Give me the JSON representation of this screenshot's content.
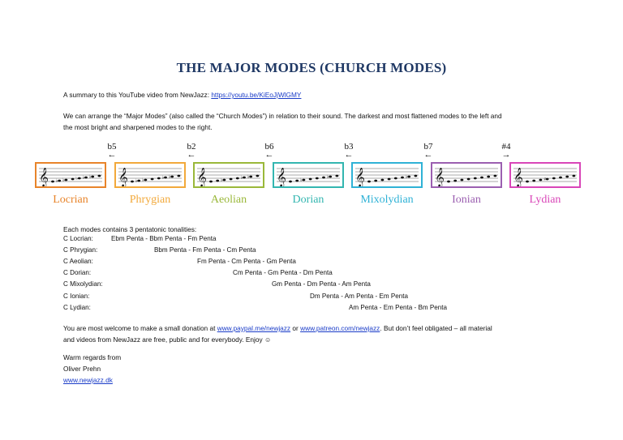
{
  "title": "THE MAJOR MODES (CHURCH MODES)",
  "intro": {
    "text": "A summary to this YouTube video from NewJazz: ",
    "link": "https://youtu.be/KiEoJjWlGMY"
  },
  "description_line1": "We can arrange the “Major Modes” (also called the “Church Modes”) in relation to their sound. The darkest and most flattened modes to the left and",
  "description_line2": "the most bright and sharpened modes to the right.",
  "intervals": [
    {
      "label": "b5",
      "arrow": "←"
    },
    {
      "label": "b2",
      "arrow": "←"
    },
    {
      "label": "b6",
      "arrow": "←"
    },
    {
      "label": "b3",
      "arrow": "←"
    },
    {
      "label": "b7",
      "arrow": "←"
    },
    {
      "label": "#4",
      "arrow": "→"
    }
  ],
  "modes": [
    {
      "name": "Locrian",
      "color": "#e8842a"
    },
    {
      "name": "Phrygian",
      "color": "#f2a93b"
    },
    {
      "name": "Aeolian",
      "color": "#9ab83a"
    },
    {
      "name": "Dorian",
      "color": "#33b6b0"
    },
    {
      "name": "Mixolydian",
      "color": "#2fb2d6"
    },
    {
      "name": "Ionian",
      "color": "#9b5fb0"
    },
    {
      "name": "Lydian",
      "color": "#d946b8"
    }
  ],
  "pentatonic": {
    "heading": "Each modes contains 3 pentatonic tonalities:",
    "rows": [
      {
        "mode": "C Locrian:",
        "pentas": "Ebm Penta - Bbm Penta - Fm Penta"
      },
      {
        "mode": "C Phrygian:",
        "pentas": "Bbm Penta - Fm Penta - Cm Penta"
      },
      {
        "mode": "C Aeolian:",
        "pentas": "Fm Penta - Cm Penta - Gm Penta"
      },
      {
        "mode": "C Dorian:",
        "pentas": "Cm Penta - Gm Penta - Dm Penta"
      },
      {
        "mode": "C Mixolydian:",
        "pentas": "Gm Penta - Dm Penta - Am Penta"
      },
      {
        "mode": "C Ionian:",
        "pentas": "Dm Penta - Am Penta - Em Penta"
      },
      {
        "mode": "C Lydian:",
        "pentas": "Am Penta - Em Penta - Bm Penta"
      }
    ]
  },
  "donation": {
    "pre": "You are most welcome to make a small donation at ",
    "link1": "www.paypal.me/newjazz",
    "mid": " or ",
    "link2": "www.patreon.com/newjazz",
    "post": ". But don’t feel obligated – all material",
    "line2": "and videos from NewJazz are free, public and for everybody. Enjoy ☺"
  },
  "signoff": {
    "regards": "Warm regards from",
    "name": "Oliver Prehn",
    "website": "www.newjazz.dk"
  }
}
